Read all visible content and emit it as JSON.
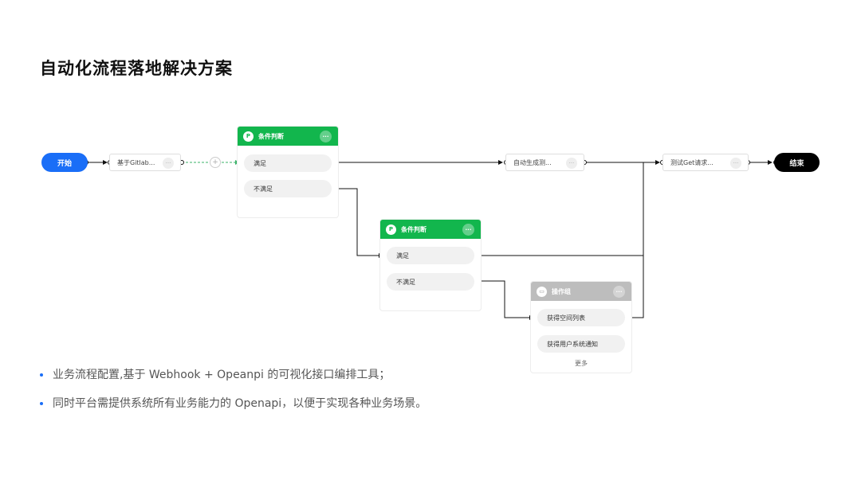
{
  "title": "自动化流程落地解决方案",
  "nodes": {
    "start": "开始",
    "task1": "基于Gitlab...",
    "task2": "自动生成测...",
    "task3": "测试Get请求...",
    "end": "结束",
    "more_glyph": "···",
    "add_glyph": "+"
  },
  "cond1": {
    "title": "条件判断",
    "icon": "P",
    "yes": "满足",
    "no": "不满足"
  },
  "cond2": {
    "title": "条件判断",
    "icon": "P",
    "yes": "满足",
    "no": "不满足"
  },
  "opgroup": {
    "title": "操作组",
    "icon": "▭",
    "item1": "获得空间列表",
    "item2": "获得用户系统通知",
    "more": "更多"
  },
  "bullets": [
    "业务流程配置,基于 Webhook + Opeanpi 的可视化接口编排工具；",
    "同时平台需提供系统所有业务能力的 Openapi，以便于实现各种业务场景。"
  ],
  "colors": {
    "start": "#1a6ef7",
    "end": "#000000",
    "condition": "#12b64d",
    "group": "#bdbdbd",
    "dashed_link": "#3bb36a"
  }
}
